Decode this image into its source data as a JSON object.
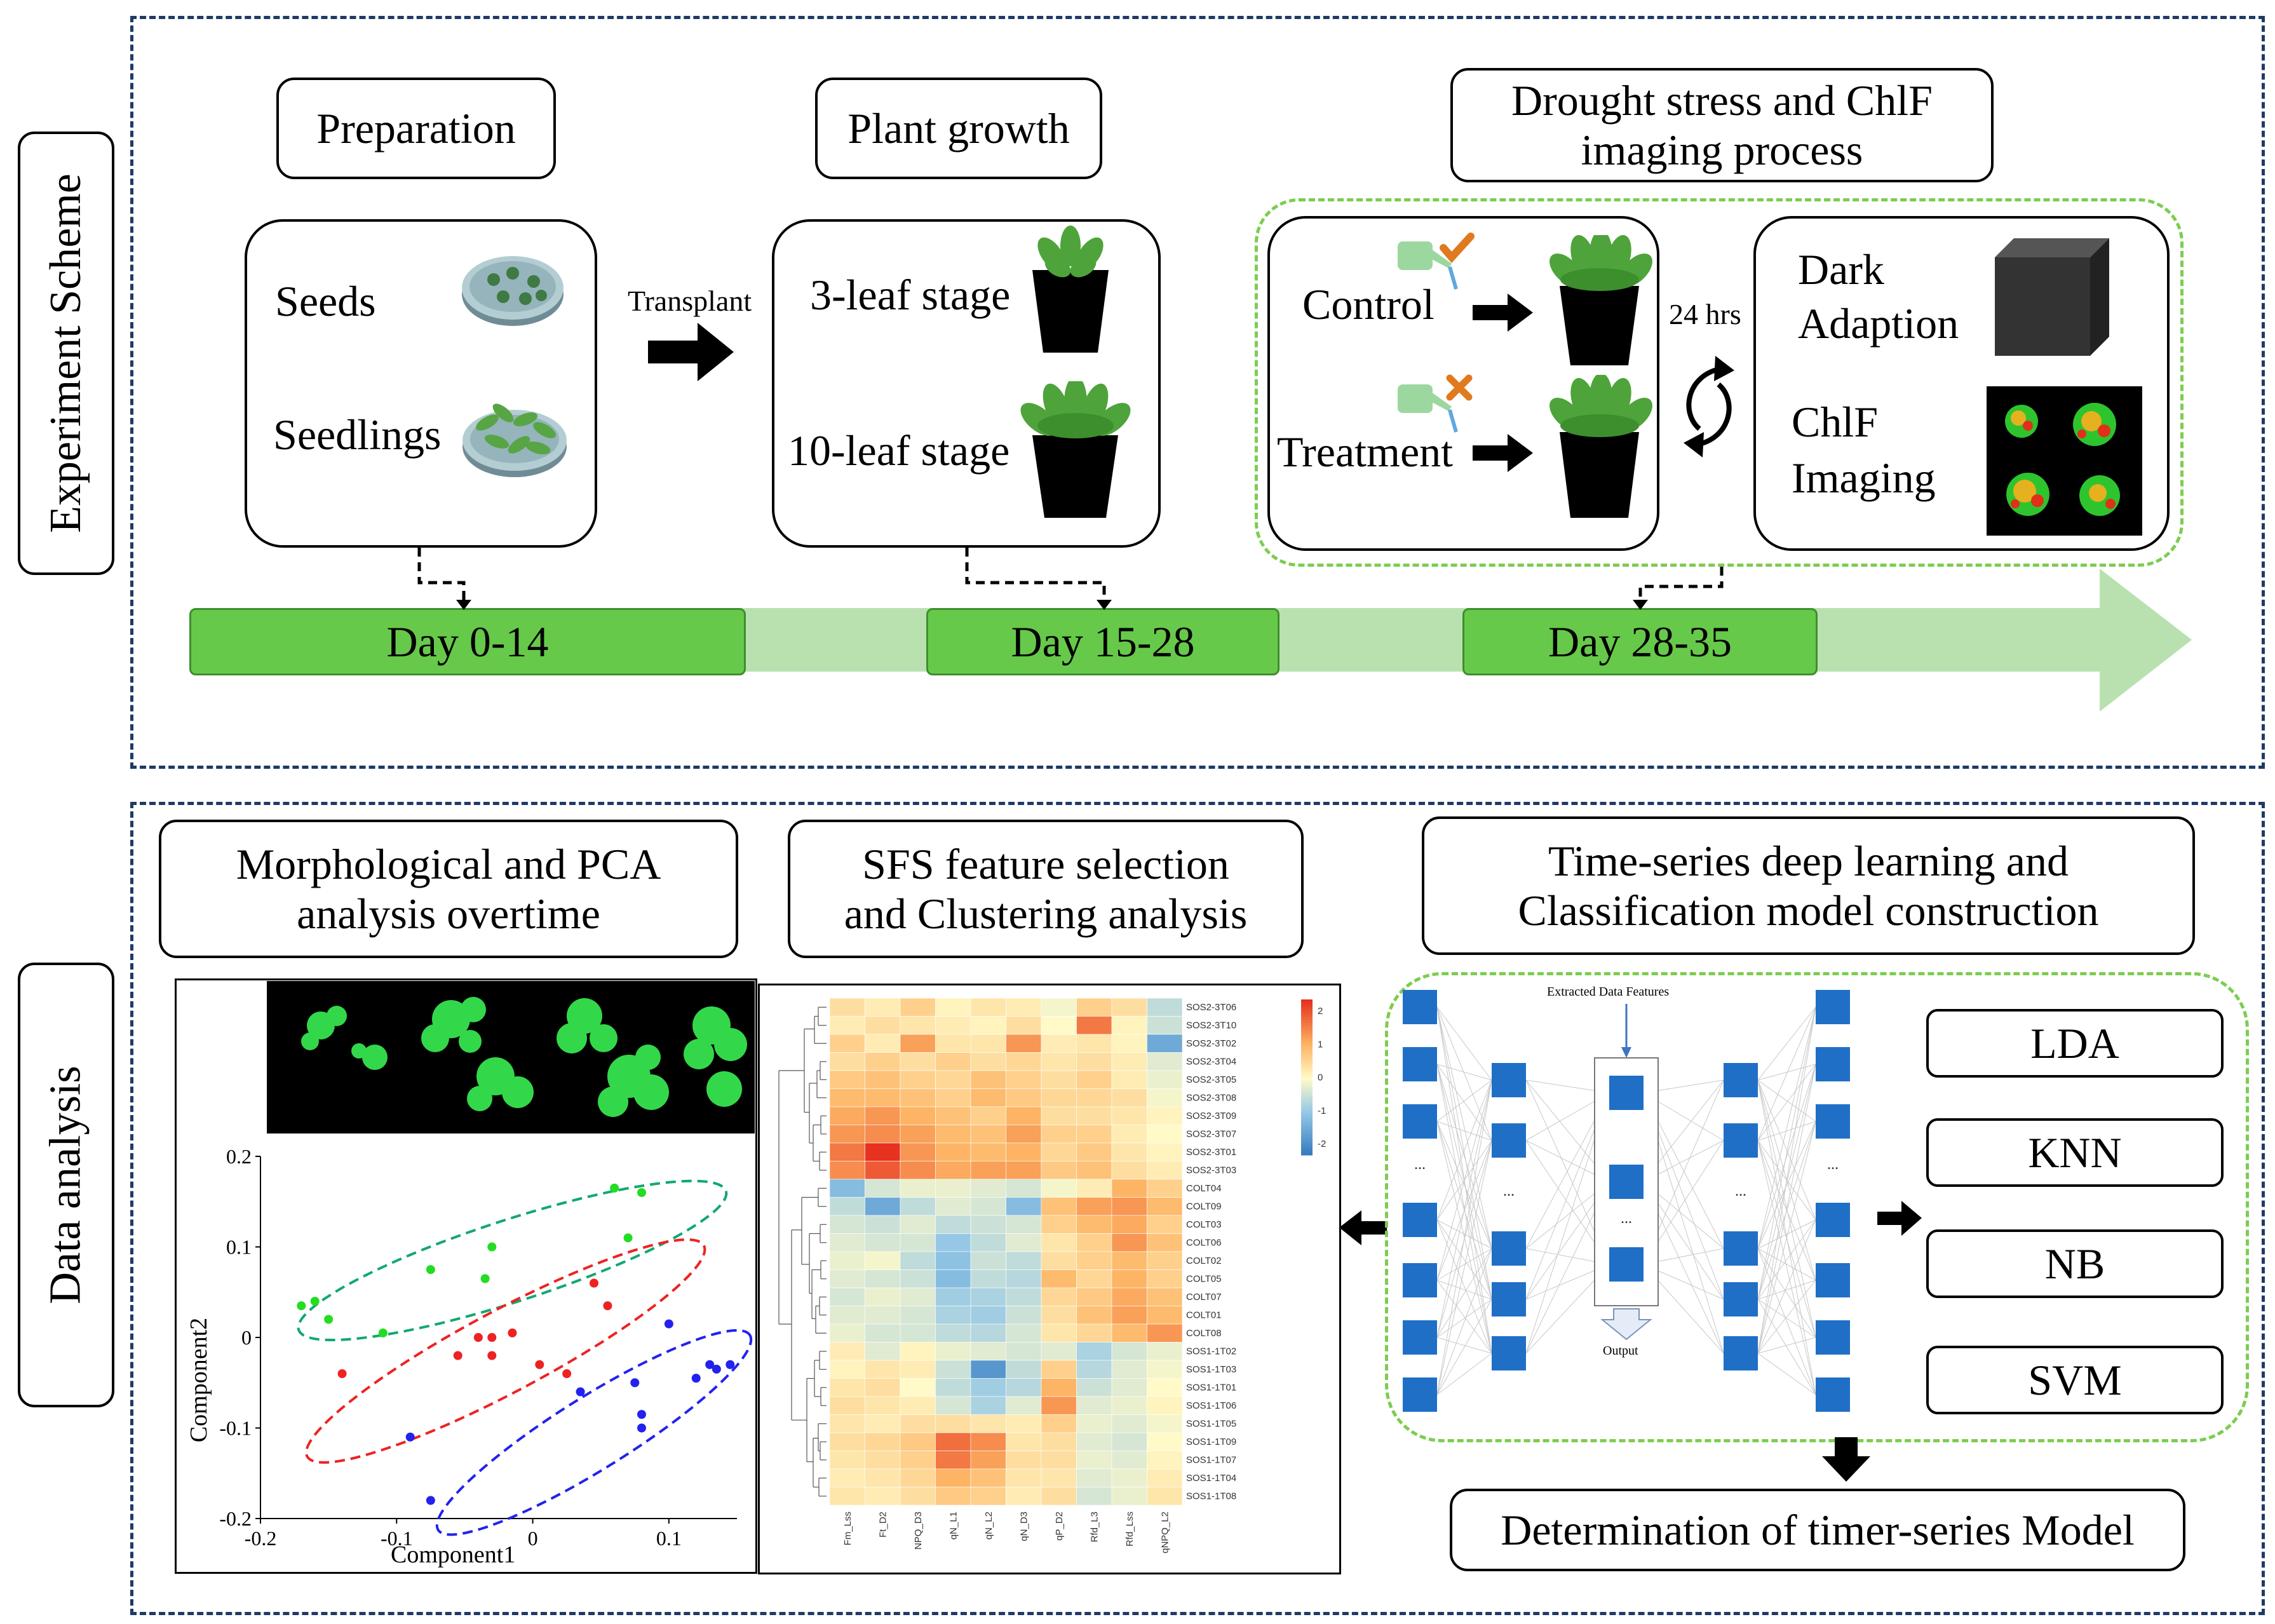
{
  "panels": {
    "top_label": "Experiment Scheme",
    "bottom_label": "Data analysis"
  },
  "top": {
    "preparation": {
      "title": "Preparation",
      "seeds": "Seeds",
      "seedlings": "Seedlings"
    },
    "transplant": "Transplant",
    "plant_growth": {
      "title": "Plant growth",
      "stage3": "3-leaf stage",
      "stage10": "10-leaf stage"
    },
    "drought": {
      "title_line1": "Drought stress and ChlF",
      "title_line2": "imaging process",
      "control": "Control",
      "treatment": "Treatment",
      "interval": "24 hrs",
      "dark_line1": "Dark",
      "dark_line2": "Adaption",
      "chlf_line1": "ChlF",
      "chlf_line2": "Imaging"
    },
    "timeline": {
      "day1": "Day 0-14",
      "day2": "Day 15-28",
      "day3": "Day 28-35"
    }
  },
  "bottom": {
    "morph": {
      "title_line1": "Morphological and PCA",
      "title_line2": "analysis overtime"
    },
    "sfs": {
      "title_line1": "SFS feature selection",
      "title_line2": "and Clustering analysis"
    },
    "dl": {
      "title_line1": "Time-series deep learning and",
      "title_line2": "Classification model construction",
      "extracted": "Extracted Data Features",
      "output": "Output",
      "ellipsis": "..."
    },
    "models": [
      "LDA",
      "KNN",
      "NB",
      "SVM"
    ],
    "determination": "Determination of timer-series Model"
  },
  "chart_data": {
    "type": "scatter",
    "xlabel": "Component1",
    "ylabel": "Component2",
    "xlim": [
      -0.2,
      0.15
    ],
    "ylim": [
      -0.2,
      0.2
    ],
    "xticks": [
      "-0.2",
      "-0.1",
      "0",
      "0.1"
    ],
    "yticks": [
      "0.2",
      "0.1",
      "0",
      "-0.1",
      "-0.2"
    ],
    "grid": false,
    "colors": {
      "green": "#22dd22",
      "red": "#ee2222",
      "blue": "#2222ee"
    },
    "series": [
      {
        "color": "#22dd22",
        "points": [
          [
            -0.17,
            0.035
          ],
          [
            -0.16,
            0.04
          ],
          [
            -0.15,
            0.02
          ],
          [
            -0.11,
            0.005
          ],
          [
            -0.075,
            0.075
          ],
          [
            -0.03,
            0.1
          ],
          [
            -0.035,
            0.065
          ],
          [
            0.06,
            0.165
          ],
          [
            0.07,
            0.11
          ],
          [
            0.08,
            0.16
          ]
        ]
      },
      {
        "color": "#ee2222",
        "points": [
          [
            -0.14,
            -0.04
          ],
          [
            -0.055,
            -0.02
          ],
          [
            -0.04,
            0.0
          ],
          [
            -0.03,
            0.0
          ],
          [
            -0.015,
            0.005
          ],
          [
            -0.03,
            -0.02
          ],
          [
            0.005,
            -0.03
          ],
          [
            0.025,
            -0.04
          ],
          [
            0.045,
            0.06
          ],
          [
            0.055,
            0.035
          ]
        ]
      },
      {
        "color": "#2222ee",
        "points": [
          [
            -0.09,
            -0.11
          ],
          [
            -0.075,
            -0.18
          ],
          [
            0.035,
            -0.06
          ],
          [
            0.075,
            -0.05
          ],
          [
            0.08,
            -0.085
          ],
          [
            0.08,
            -0.1
          ],
          [
            0.1,
            0.015
          ],
          [
            0.12,
            -0.045
          ],
          [
            0.135,
            -0.035
          ],
          [
            0.13,
            -0.03
          ],
          [
            0.145,
            -0.03
          ]
        ]
      }
    ],
    "ellipses": [
      {
        "color": "#11a870",
        "cx": -0.015,
        "cy": 0.085,
        "rx": 0.165,
        "ry": 0.045,
        "angle": 18
      },
      {
        "color": "#ee2222",
        "cx": -0.02,
        "cy": -0.015,
        "rx": 0.165,
        "ry": 0.045,
        "angle": 28
      },
      {
        "color": "#2222ee",
        "cx": 0.045,
        "cy": -0.105,
        "rx": 0.135,
        "ry": 0.04,
        "angle": 32
      }
    ]
  },
  "heatmap": {
    "rows": [
      "SOS2-3T06",
      "SOS2-3T10",
      "SOS2-3T02",
      "SOS2-3T04",
      "SOS2-3T05",
      "SOS2-3T08",
      "SOS2-3T09",
      "SOS2-3T07",
      "SOS2-3T01",
      "SOS2-3T03",
      "COLT04",
      "COLT09",
      "COLT03",
      "COLT06",
      "COLT02",
      "COLT05",
      "COLT07",
      "COLT01",
      "COLT08",
      "SOS1-1T02",
      "SOS1-1T03",
      "SOS1-1T01",
      "SOS1-1T06",
      "SOS1-1T05",
      "SOS1-1T09",
      "SOS1-1T07",
      "SOS1-1T04",
      "SOS1-1T08"
    ],
    "cols": [
      "Fm_Lss",
      "Ft_D2",
      "NPQ_D3",
      "qN_L1",
      "qN_L2",
      "qN_D3",
      "qP_D2",
      "Rfd_L3",
      "Rfd_Lss",
      "qNPQ_L2"
    ],
    "scale_ticks": [
      "2",
      "1",
      "0",
      "-1",
      "-2"
    ],
    "values": [
      [
        0.4,
        0.2,
        0.6,
        0.1,
        0.3,
        0.2,
        -0.1,
        0.6,
        0.4,
        -0.6
      ],
      [
        0.2,
        0.4,
        0.3,
        0.2,
        0.1,
        0.4,
        0.0,
        1.6,
        0.1,
        -0.5
      ],
      [
        0.6,
        0.2,
        1.2,
        0.3,
        0.3,
        1.3,
        0.2,
        0.3,
        0.1,
        -1.5
      ],
      [
        0.4,
        0.6,
        0.4,
        0.6,
        0.4,
        0.5,
        0.3,
        0.4,
        0.2,
        -0.3
      ],
      [
        0.7,
        0.8,
        0.6,
        0.5,
        0.8,
        0.6,
        0.4,
        0.6,
        0.2,
        -0.2
      ],
      [
        0.9,
        0.9,
        0.8,
        0.6,
        0.9,
        0.7,
        0.5,
        0.5,
        0.4,
        -0.1
      ],
      [
        1.1,
        1.3,
        1.0,
        0.8,
        0.6,
        1.0,
        0.4,
        0.4,
        0.3,
        0.1
      ],
      [
        1.3,
        1.4,
        1.2,
        0.9,
        0.8,
        1.2,
        0.6,
        0.6,
        0.2,
        0.0
      ],
      [
        1.6,
        2.3,
        1.3,
        1.0,
        0.9,
        1.0,
        0.5,
        0.7,
        0.3,
        0.1
      ],
      [
        1.4,
        1.9,
        1.4,
        1.1,
        1.2,
        1.2,
        0.7,
        0.8,
        0.4,
        0.2
      ],
      [
        -1.2,
        -0.4,
        -0.2,
        -0.2,
        -0.3,
        -0.4,
        -0.1,
        0.2,
        1.0,
        0.6
      ],
      [
        -0.6,
        -1.5,
        -0.6,
        -0.3,
        -0.4,
        -1.2,
        0.8,
        1.2,
        1.3,
        0.9
      ],
      [
        -0.4,
        -0.5,
        -0.3,
        -0.6,
        -0.5,
        -0.4,
        0.6,
        0.9,
        1.1,
        0.6
      ],
      [
        -0.3,
        -0.4,
        -0.4,
        -1.0,
        -0.6,
        -0.3,
        0.3,
        0.6,
        1.3,
        0.8
      ],
      [
        -0.2,
        -0.1,
        -0.6,
        -1.1,
        -0.5,
        -0.6,
        0.4,
        0.6,
        0.9,
        0.6
      ],
      [
        -0.3,
        -0.4,
        -0.5,
        -1.2,
        -0.6,
        -0.7,
        0.9,
        0.5,
        1.0,
        0.6
      ],
      [
        -0.4,
        -0.2,
        -0.3,
        -0.9,
        -0.8,
        -0.6,
        0.5,
        0.7,
        1.1,
        0.8
      ],
      [
        -0.3,
        -0.3,
        -0.4,
        -0.8,
        -0.9,
        -0.5,
        0.4,
        0.8,
        1.2,
        0.9
      ],
      [
        -0.2,
        -0.4,
        -0.4,
        -0.6,
        -0.7,
        -0.4,
        0.3,
        0.5,
        0.9,
        1.3
      ],
      [
        0.2,
        -0.3,
        0.1,
        -0.2,
        -0.3,
        -0.4,
        -0.3,
        -0.8,
        -0.4,
        -0.2
      ],
      [
        0.1,
        0.3,
        0.2,
        -0.5,
        -1.8,
        -0.6,
        0.6,
        -0.7,
        -0.3,
        -0.1
      ],
      [
        0.3,
        0.4,
        0.0,
        -0.6,
        -0.9,
        -0.7,
        1.0,
        -0.5,
        -0.3,
        0.0
      ],
      [
        0.4,
        0.3,
        0.2,
        -0.4,
        -0.8,
        -0.3,
        1.3,
        -0.3,
        -0.2,
        0.1
      ],
      [
        0.3,
        0.2,
        0.4,
        0.4,
        0.3,
        0.2,
        0.6,
        -0.2,
        -0.3,
        -0.1
      ],
      [
        0.4,
        0.5,
        0.7,
        1.7,
        1.4,
        0.3,
        0.4,
        -0.3,
        -0.4,
        0.0
      ],
      [
        0.3,
        0.4,
        0.6,
        1.6,
        1.2,
        0.4,
        0.4,
        -0.2,
        -0.3,
        0.1
      ],
      [
        0.2,
        0.3,
        0.5,
        1.0,
        0.8,
        0.3,
        0.3,
        -0.3,
        -0.2,
        0.2
      ],
      [
        0.3,
        0.2,
        0.4,
        0.7,
        0.6,
        0.2,
        0.4,
        -0.4,
        -0.2,
        0.3
      ]
    ]
  }
}
